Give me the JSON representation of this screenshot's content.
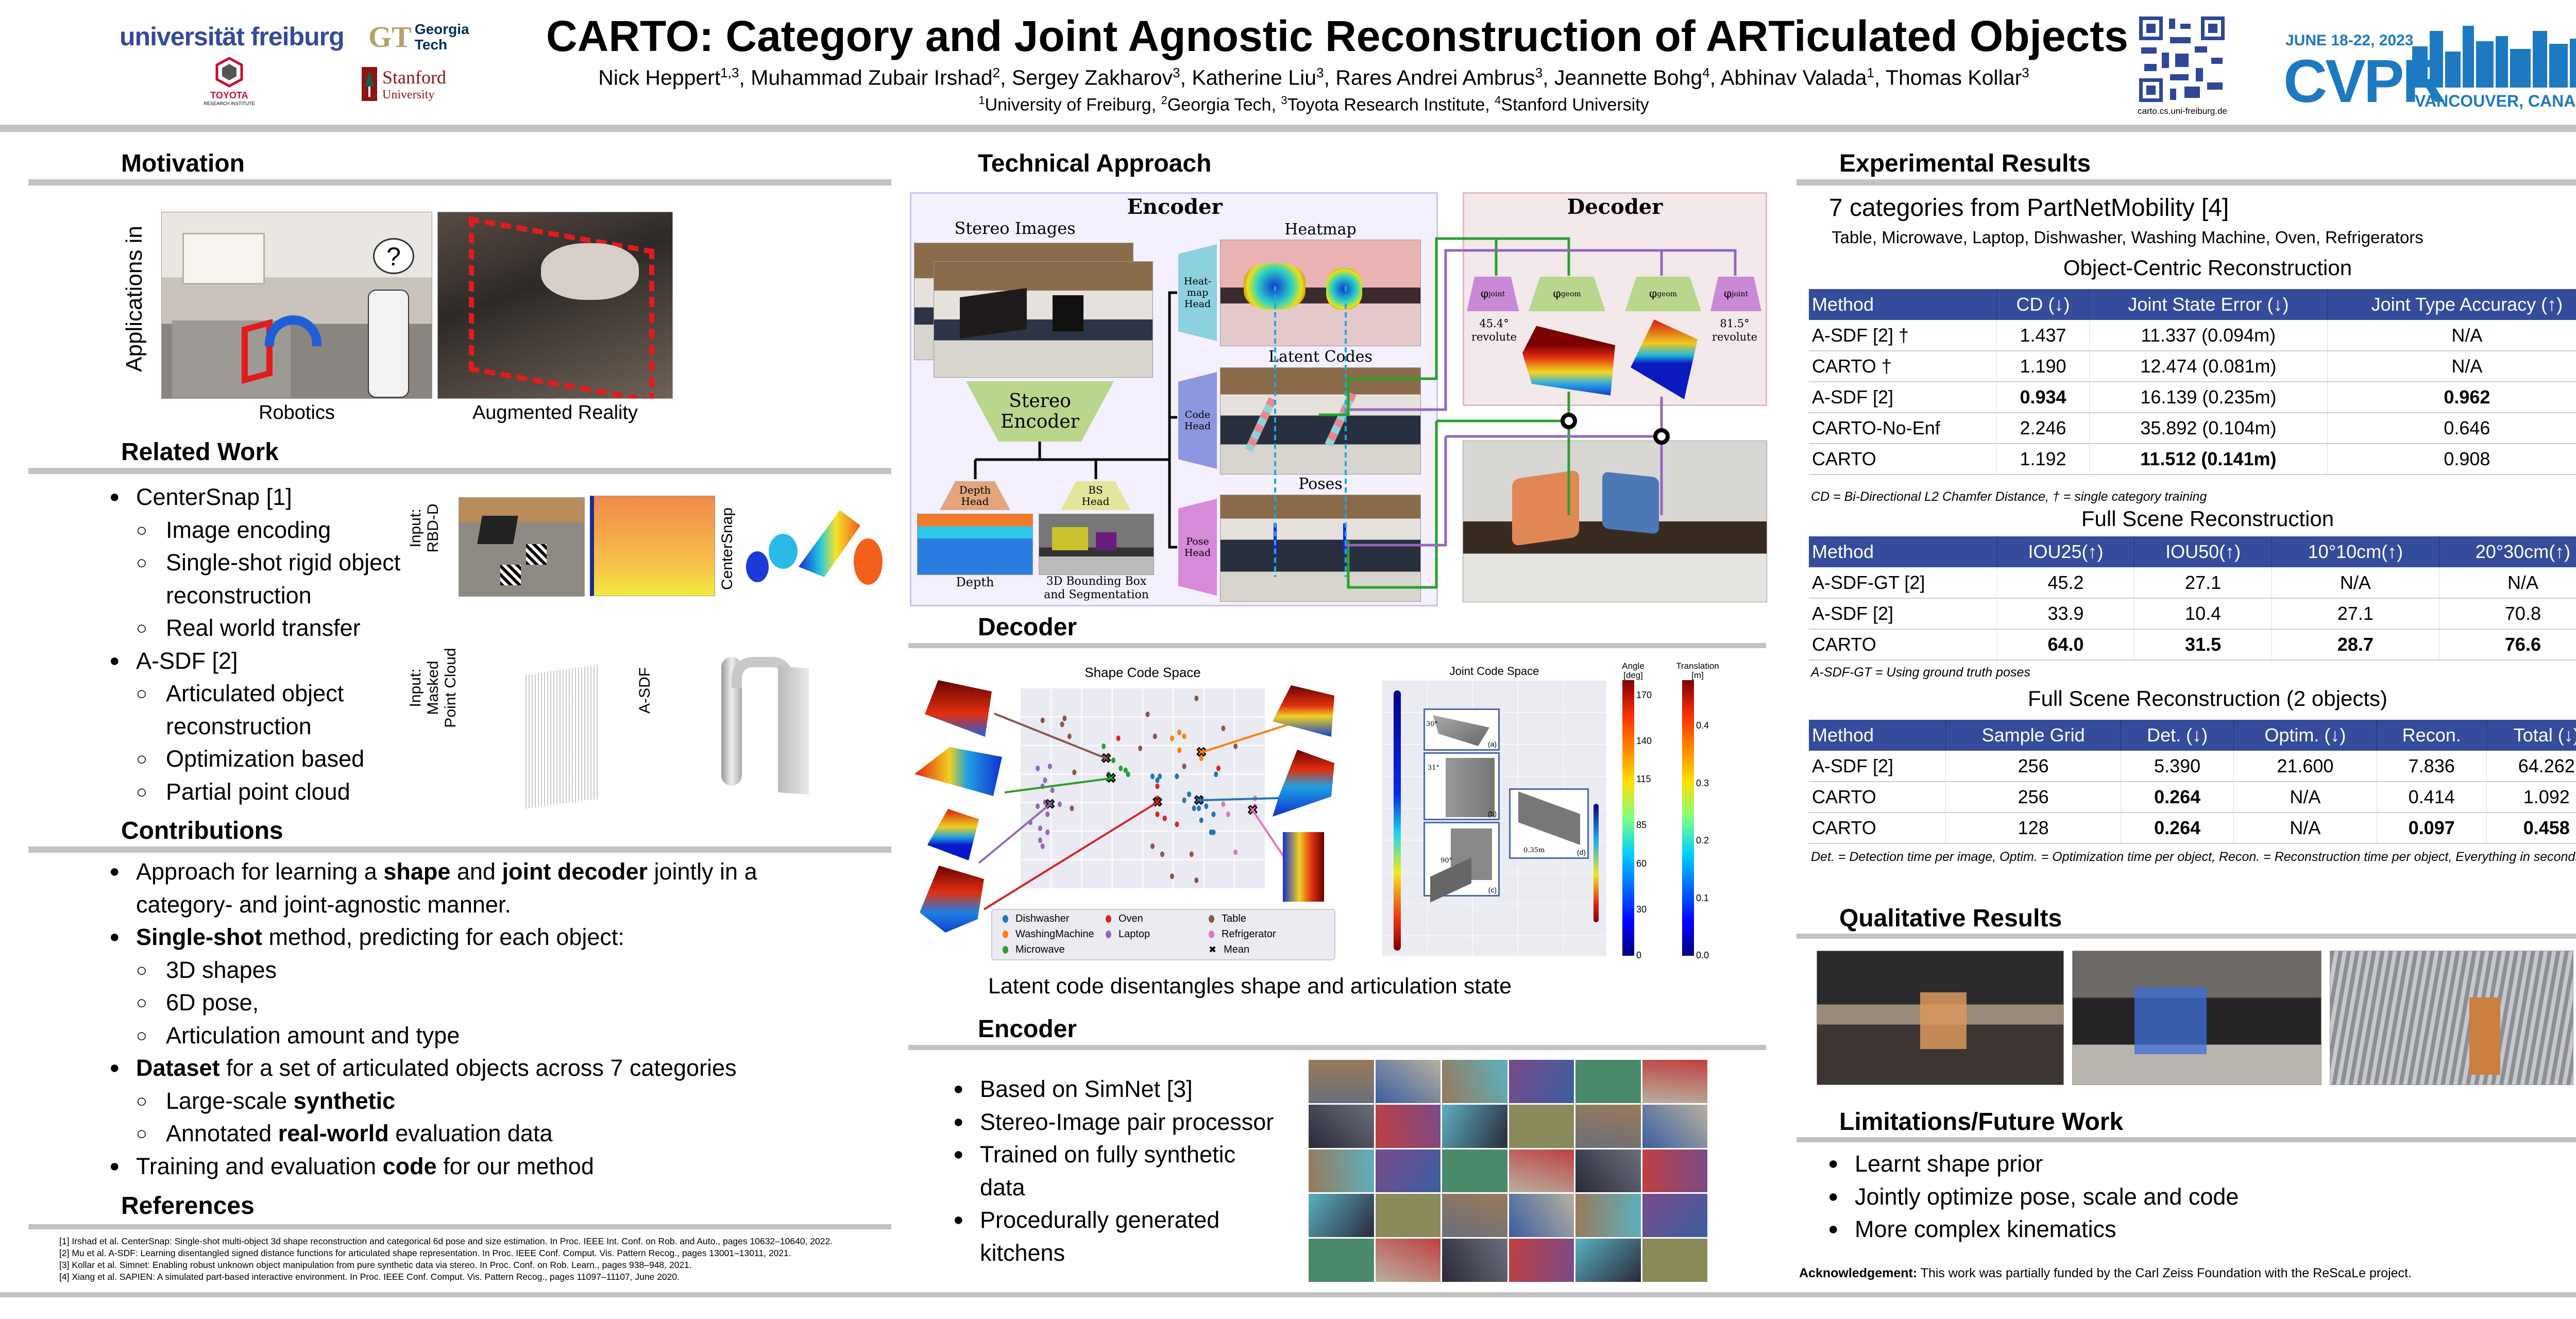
{
  "header": {
    "title": "CARTO: Category and Joint Agnostic Reconstruction of ARTiculated Objects",
    "authors": [
      {
        "name": "Nick Heppert",
        "sup": "1,3"
      },
      {
        "name": "Muhammad Zubair Irshad",
        "sup": "2"
      },
      {
        "name": "Sergey Zakharov",
        "sup": "3"
      },
      {
        "name": "Katherine Liu",
        "sup": "3"
      },
      {
        "name": "Rares Andrei Ambrus",
        "sup": "3"
      },
      {
        "name": "Jeannette Bohg",
        "sup": "4"
      },
      {
        "name": "Abhinav Valada",
        "sup": "1"
      },
      {
        "name": "Thomas Kollar",
        "sup": "3"
      }
    ],
    "affiliations": [
      {
        "sup": "1",
        "name": "University of Freiburg"
      },
      {
        "sup": "2",
        "name": "Georgia Tech"
      },
      {
        "sup": "3",
        "name": "Toyota Research Institute"
      },
      {
        "sup": "4",
        "name": "Stanford University"
      }
    ],
    "logos": {
      "freiburg": "universität freiburg",
      "georgia_tech_mark": "GT",
      "georgia_tech": [
        "Georgia",
        "Tech"
      ],
      "toyota": "TOYOTA",
      "toyota_sub": "RESEARCH INSTITUTE",
      "stanford": [
        "Stanford",
        "University"
      ],
      "cvpr_date": "JUNE 18-22, 2023",
      "cvpr": "CVPR",
      "cvpr_place": "VANCOUVER, CANADA"
    },
    "qr_caption": "carto.cs.uni-freiburg.de"
  },
  "motivation": {
    "heading": "Motivation",
    "side_label": "Applications in",
    "captions": [
      "Robotics",
      "Augmented Reality"
    ],
    "question_mark": "?"
  },
  "related": {
    "heading": "Related Work",
    "items": [
      {
        "level": 0,
        "text": "CenterSnap [1]"
      },
      {
        "level": 1,
        "text": "Image encoding"
      },
      {
        "level": 1,
        "text": "Single-shot rigid object"
      },
      {
        "level": 1,
        "cont": true,
        "text": "reconstruction"
      },
      {
        "level": 1,
        "text": "Real world transfer"
      },
      {
        "level": 0,
        "text": "A-SDF [2]"
      },
      {
        "level": 1,
        "text": "Articulated object"
      },
      {
        "level": 1,
        "cont": true,
        "text": "reconstruction"
      },
      {
        "level": 1,
        "text": "Optimization based"
      },
      {
        "level": 1,
        "text": "Partial point cloud"
      }
    ],
    "centersnap_input": [
      "Input:",
      "RBD-D"
    ],
    "centersnap_label": "CenterSnap",
    "asdf_input": [
      "Input:",
      "Masked",
      "Point Cloud"
    ],
    "asdf_label": "A-SDF"
  },
  "contributions": {
    "heading": "Contributions",
    "items": [
      {
        "level": 0,
        "segs": [
          [
            "Approach for learning a ",
            false
          ],
          [
            "shape",
            true
          ],
          [
            " and ",
            false
          ],
          [
            "joint decoder",
            true
          ],
          [
            " jointly in a",
            false
          ]
        ]
      },
      {
        "level": 0,
        "cont": true,
        "segs": [
          [
            "category- and joint-agnostic manner.",
            false
          ]
        ]
      },
      {
        "level": 0,
        "segs": [
          [
            "Single-shot",
            true
          ],
          [
            " method, predicting for each object:",
            false
          ]
        ]
      },
      {
        "level": 1,
        "segs": [
          [
            "3D shapes",
            false
          ]
        ]
      },
      {
        "level": 1,
        "segs": [
          [
            "6D pose,",
            false
          ]
        ]
      },
      {
        "level": 1,
        "segs": [
          [
            "Articulation amount and type",
            false
          ]
        ]
      },
      {
        "level": 0,
        "segs": [
          [
            "Dataset",
            true
          ],
          [
            " for a set of articulated objects across 7 categories",
            false
          ]
        ]
      },
      {
        "level": 1,
        "segs": [
          [
            "Large-scale ",
            false
          ],
          [
            "synthetic",
            true
          ]
        ]
      },
      {
        "level": 1,
        "segs": [
          [
            "Annotated ",
            false
          ],
          [
            "real-world",
            true
          ],
          [
            " evaluation data",
            false
          ]
        ]
      },
      {
        "level": 0,
        "segs": [
          [
            "Training and evaluation ",
            false
          ],
          [
            "code",
            true
          ],
          [
            " for our method",
            false
          ]
        ]
      }
    ]
  },
  "references": {
    "heading": "References",
    "items": [
      "[1] Irshad et al. CenterSnap: Single-shot multi-object 3d shape reconstruction and categorical 6d pose and size estimation. In Proc. IEEE Int. Conf. on Rob. and Auto., pages 10632–10640, 2022.",
      "[2] Mu et al. A-SDF: Learning disentangled signed distance functions for articulated shape representation. In Proc. IEEE Conf. Comput. Vis. Pattern Recog., pages 13001–13011, 2021.",
      "[3] Kollar et al. Simnet: Enabling robust unknown object manipulation from pure synthetic data via stereo. In Proc. Conf. on Rob. Learn., pages 938–948, 2021.",
      "[4] Xiang et al. SAPIEN: A simulated part-based interactive environment. In Proc. IEEE Conf. Comput. Vis. Pattern Recog., pages 11097–11107, June 2020."
    ]
  },
  "technical": {
    "heading": "Technical Approach",
    "encoder_title": "Encoder",
    "decoder_title": "Decoder",
    "stereo_images": "Stereo Images",
    "stereo_encoder": [
      "Stereo",
      "Encoder"
    ],
    "depth_head": [
      "Depth",
      "Head"
    ],
    "bs_head": [
      "BS",
      "Head"
    ],
    "depth_label": "Depth",
    "bbox_label": [
      "3D Bounding Box",
      "and Segmentation"
    ],
    "heatmap_head": [
      "Heat-",
      "map",
      "Head"
    ],
    "code_head": [
      "Code",
      "Head"
    ],
    "pose_head": [
      "Pose",
      "Head"
    ],
    "heatmap_label": "Heatmap",
    "latent_label": "Latent Codes",
    "poses_label": "Poses",
    "phi_joint": "φ",
    "phi_joint_sub": "joint",
    "phi_geom": "φ",
    "phi_geom_sub": "geom",
    "joint_left": [
      "45.4°",
      "revolute"
    ],
    "joint_right": [
      "81.5°",
      "revolute"
    ]
  },
  "decoder_section": {
    "heading": "Decoder",
    "caption": "Latent code disentangles shape and articulation state",
    "joint_title": "Joint Code Space",
    "joint_insets": [
      "(a)",
      "(b)",
      "(c)",
      "(d)"
    ],
    "joint_inset_values": [
      "30°",
      "31°",
      "90°",
      "0.35m"
    ],
    "angle_bar": {
      "label": [
        "Angle",
        "[deg]"
      ],
      "ticks": [
        "170",
        "140",
        "115",
        "85",
        "60",
        "30",
        "0"
      ],
      "tick_values": [
        170,
        140,
        115,
        85,
        60,
        30,
        0
      ],
      "range": [
        0,
        180
      ]
    },
    "translation_bar": {
      "label": [
        "Translation",
        "[m]"
      ],
      "ticks": [
        "0.4",
        "0.3",
        "0.2",
        "0.1",
        "0.0"
      ],
      "tick_values": [
        0.4,
        0.3,
        0.2,
        0.1,
        0.0
      ],
      "range": [
        0,
        0.48
      ]
    }
  },
  "chart_data": {
    "type": "scatter",
    "title": "Shape Code Space",
    "xlabel": "",
    "ylabel": "",
    "xlim": [
      0,
      100
    ],
    "ylim": [
      0,
      100
    ],
    "grid": true,
    "legend_position": "bottom",
    "legend": [
      "Dishwasher",
      "WashingMachine",
      "Microwave",
      "Oven",
      "Laptop",
      "Refrigerator",
      "Table",
      "Mean"
    ],
    "series": [
      {
        "name": "Dishwasher",
        "color": "#1f77b4",
        "points": [
          [
            54,
            56
          ],
          [
            57,
            56
          ],
          [
            56,
            54
          ],
          [
            64,
            56
          ],
          [
            80,
            57
          ],
          [
            69,
            47
          ],
          [
            67,
            44
          ],
          [
            71,
            40
          ],
          [
            73,
            40
          ],
          [
            76,
            41
          ],
          [
            79,
            37
          ],
          [
            74,
            34
          ],
          [
            78,
            28
          ],
          [
            79,
            28
          ]
        ],
        "mean": [
          73,
          44
        ]
      },
      {
        "name": "WashingMachine",
        "color": "#ff7f0e",
        "points": [
          [
            65,
            78
          ],
          [
            67,
            76
          ],
          [
            62,
            75
          ],
          [
            65,
            69
          ],
          [
            74,
            65
          ]
        ],
        "mean": [
          74,
          68
        ]
      },
      {
        "name": "Microwave",
        "color": "#2ca02c",
        "points": [
          [
            34,
            71
          ],
          [
            38,
            64
          ],
          [
            41,
            60
          ],
          [
            43,
            59
          ],
          [
            44,
            57
          ],
          [
            36,
            57
          ]
        ],
        "mean": [
          37,
          55
        ]
      },
      {
        "name": "Oven",
        "color": "#d62728",
        "points": [
          [
            40,
            75
          ],
          [
            56,
            51
          ],
          [
            56,
            45
          ],
          [
            56,
            37
          ],
          [
            59,
            35
          ],
          [
            64,
            32
          ],
          [
            81,
            60
          ]
        ],
        "mean": [
          56,
          43
        ]
      },
      {
        "name": "Laptop",
        "color": "#9467bd",
        "points": [
          [
            7,
            60
          ],
          [
            12,
            61
          ],
          [
            10,
            54
          ],
          [
            9,
            51
          ],
          [
            13,
            49
          ],
          [
            10,
            43
          ],
          [
            7,
            41
          ],
          [
            16,
            42
          ],
          [
            11,
            37
          ],
          [
            4,
            33
          ],
          [
            8,
            30
          ],
          [
            11,
            28
          ],
          [
            8,
            24
          ],
          [
            9,
            21
          ]
        ],
        "mean": [
          12,
          42
        ]
      },
      {
        "name": "Refrigerator",
        "color": "#e377c2",
        "points": [
          [
            96,
            45
          ],
          [
            96,
            41
          ],
          [
            83,
            42
          ],
          [
            85,
            37
          ],
          [
            88,
            18
          ]
        ],
        "mean": [
          95,
          39
        ]
      },
      {
        "name": "Table",
        "color": "#8c564b",
        "points": [
          [
            72,
            95
          ],
          [
            52,
            87
          ],
          [
            9,
            84
          ],
          [
            18,
            85
          ],
          [
            17,
            82
          ],
          [
            20,
            76
          ],
          [
            55,
            76
          ],
          [
            49,
            70
          ],
          [
            67,
            61
          ],
          [
            83,
            80
          ],
          [
            88,
            71
          ],
          [
            22,
            58
          ],
          [
            21,
            40
          ],
          [
            54,
            21
          ],
          [
            58,
            17
          ],
          [
            70,
            17
          ],
          [
            62,
            6
          ],
          [
            72,
            4
          ]
        ],
        "mean": [
          35,
          65
        ]
      }
    ]
  },
  "encoder_section": {
    "heading": "Encoder",
    "items": [
      {
        "level": 0,
        "text": "Based on SimNet [3]"
      },
      {
        "level": 0,
        "text": "Stereo-Image pair processor"
      },
      {
        "level": 0,
        "text": "Trained on fully synthetic"
      },
      {
        "level": 0,
        "cont": true,
        "text": "data"
      },
      {
        "level": 0,
        "text": "Procedurally generated"
      },
      {
        "level": 0,
        "cont": true,
        "text": "kitchens"
      }
    ]
  },
  "results": {
    "heading": "Experimental Results",
    "categories_title": "7 categories from PartNetMobility [4]",
    "categories_list": "Table, Microwave, Laptop, Dishwasher, Washing Machine, Oven, Refrigerators",
    "tables": [
      {
        "title": "Object-Centric Reconstruction",
        "columns": [
          "Method",
          "CD (↓)",
          "Joint State Error (↓)",
          "Joint Type Accuracy (↑)"
        ],
        "rows": [
          [
            "A-SDF [2] †",
            "1.437",
            "11.337 (0.094m)",
            "N/A"
          ],
          [
            "CARTO †",
            "1.190",
            "12.474 (0.081m)",
            "N/A"
          ],
          [
            "A-SDF [2]",
            "0.934",
            "16.139 (0.235m)",
            "0.962"
          ],
          [
            "CARTO-No-Enf",
            "2.246",
            "35.892 (0.104m)",
            "0.646"
          ],
          [
            "CARTO",
            "1.192",
            "11.512 (0.141m)",
            "0.908"
          ]
        ],
        "bold": [
          [
            2,
            1
          ],
          [
            2,
            3
          ],
          [
            4,
            2
          ]
        ],
        "footnote": "CD = Bi-Directional L2 Chamfer Distance, † = single category training"
      },
      {
        "title": "Full Scene Reconstruction",
        "columns": [
          "Method",
          "IOU25(↑)",
          "IOU50(↑)",
          "10°10cm(↑)",
          "20°30cm(↑)"
        ],
        "rows": [
          [
            "A-SDF-GT [2]",
            "45.2",
            "27.1",
            "N/A",
            "N/A"
          ],
          [
            "A-SDF [2]",
            "33.9",
            "10.4",
            "27.1",
            "70.8"
          ],
          [
            "CARTO",
            "64.0",
            "31.5",
            "28.7",
            "76.6"
          ]
        ],
        "bold": [
          [
            2,
            1
          ],
          [
            2,
            2
          ],
          [
            2,
            3
          ],
          [
            2,
            4
          ]
        ],
        "footnote": "A-SDF-GT = Using ground truth poses"
      },
      {
        "title": "Full Scene Reconstruction (2 objects)",
        "columns": [
          "Method",
          "Sample Grid",
          "Det. (↓)",
          "Optim. (↓)",
          "Recon.",
          "Total (↓)"
        ],
        "rows": [
          [
            "A-SDF [2]",
            "256",
            "5.390",
            "21.600",
            "7.836",
            "64.262"
          ],
          [
            "CARTO",
            "256",
            "0.264",
            "N/A",
            "0.414",
            "1.092"
          ],
          [
            "CARTO",
            "128",
            "0.264",
            "N/A",
            "0.097",
            "0.458"
          ]
        ],
        "bold": [
          [
            1,
            2
          ],
          [
            2,
            2
          ],
          [
            2,
            4
          ],
          [
            2,
            5
          ]
        ],
        "footnote": "Det. = Detection time per image, Optim. = Optimization time per object, Recon. = Reconstruction time per object, Everything in seconds"
      }
    ]
  },
  "qualitative": {
    "heading": "Qualitative Results"
  },
  "limitations": {
    "heading": "Limitations/Future Work",
    "items": [
      {
        "level": 0,
        "text": "Learnt shape prior"
      },
      {
        "level": 0,
        "text": "Jointly optimize pose, scale and code"
      },
      {
        "level": 0,
        "text": "More complex kinematics"
      }
    ]
  },
  "acknowledgement": {
    "label": "Acknowledgement:",
    "text": " This work was partially funded by the Carl Zeiss Foundation with the ReScaLe project."
  },
  "colors": {
    "table_header": "#354c9c",
    "freiburg": "#344a9a",
    "gt_gold": "#b3a369",
    "stanford": "#8c1515",
    "cvpr": "#1e7ac0",
    "encoder_box": "#f4f0fd",
    "decoder_box": "#f3e8ea",
    "trap_green": "#b9d68d",
    "trap_purple": "#c88ad6"
  }
}
